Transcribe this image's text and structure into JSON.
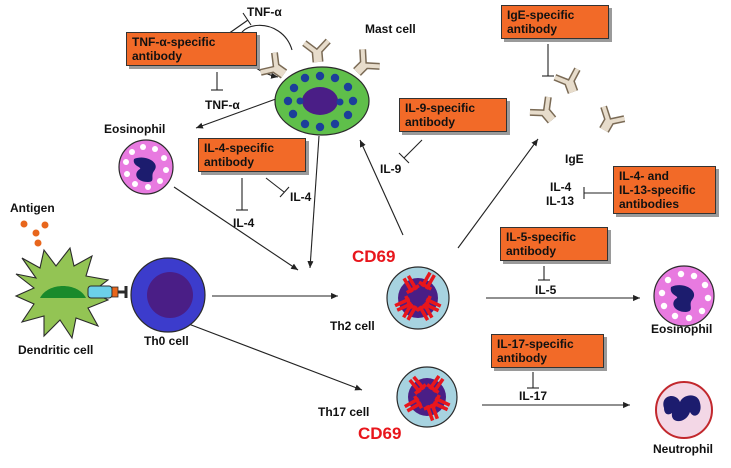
{
  "labels": {
    "tnf_top": "TNF-α",
    "tnf_bottom": "TNF-α",
    "mast_cell": "Mast cell",
    "eosinophil_top": "Eosinophil",
    "antigen": "Antigen",
    "dendritic_cell": "Dendritic cell",
    "th0_cell": "Th0 cell",
    "th2_cell": "Th2 cell",
    "th17_cell": "Th17 cell",
    "cd69_top": "CD69",
    "cd69_bottom": "CD69",
    "il4_a": "IL-4",
    "il4_b": "IL-4",
    "il9": "IL-9",
    "ige": "IgE",
    "il4_c": "IL-4",
    "il13": "IL-13",
    "il5": "IL-5",
    "il17": "IL-17",
    "eosinophil_right": "Eosinophil",
    "neutrophil": "Neutrophil"
  },
  "boxes": {
    "tnf_antibody": [
      "TNF-α-specific",
      "antibody"
    ],
    "il4_antibody": [
      "IL-4-specific",
      "antibody"
    ],
    "il9_antibody": [
      "IL-9-specific",
      "antibody"
    ],
    "ige_antibody": [
      "IgE-specific",
      "antibody"
    ],
    "il4_il13_antibody": [
      "IL-4- and",
      "IL-13-specific",
      "antibodies"
    ],
    "il5_antibody": [
      "IL-5-specific",
      "antibody"
    ],
    "il17_antibody": [
      "IL-17-specific",
      "antibody"
    ]
  },
  "colors": {
    "box_fill": "#f26a28",
    "mast_cell_fill": "#5fbf4a",
    "granule": "#1c3f9a",
    "nucleus": "#4a1e86",
    "eosinophil_fill": "#e87ae0",
    "eosinophil_granule": "#ffffff",
    "dendritic_fill": "#93c454",
    "th0_fill": "#3c3ccc",
    "t_cell_fill": "#a7d3e0",
    "cd69_receptor": "#e8161c",
    "antigen_dot": "#e8661c"
  }
}
